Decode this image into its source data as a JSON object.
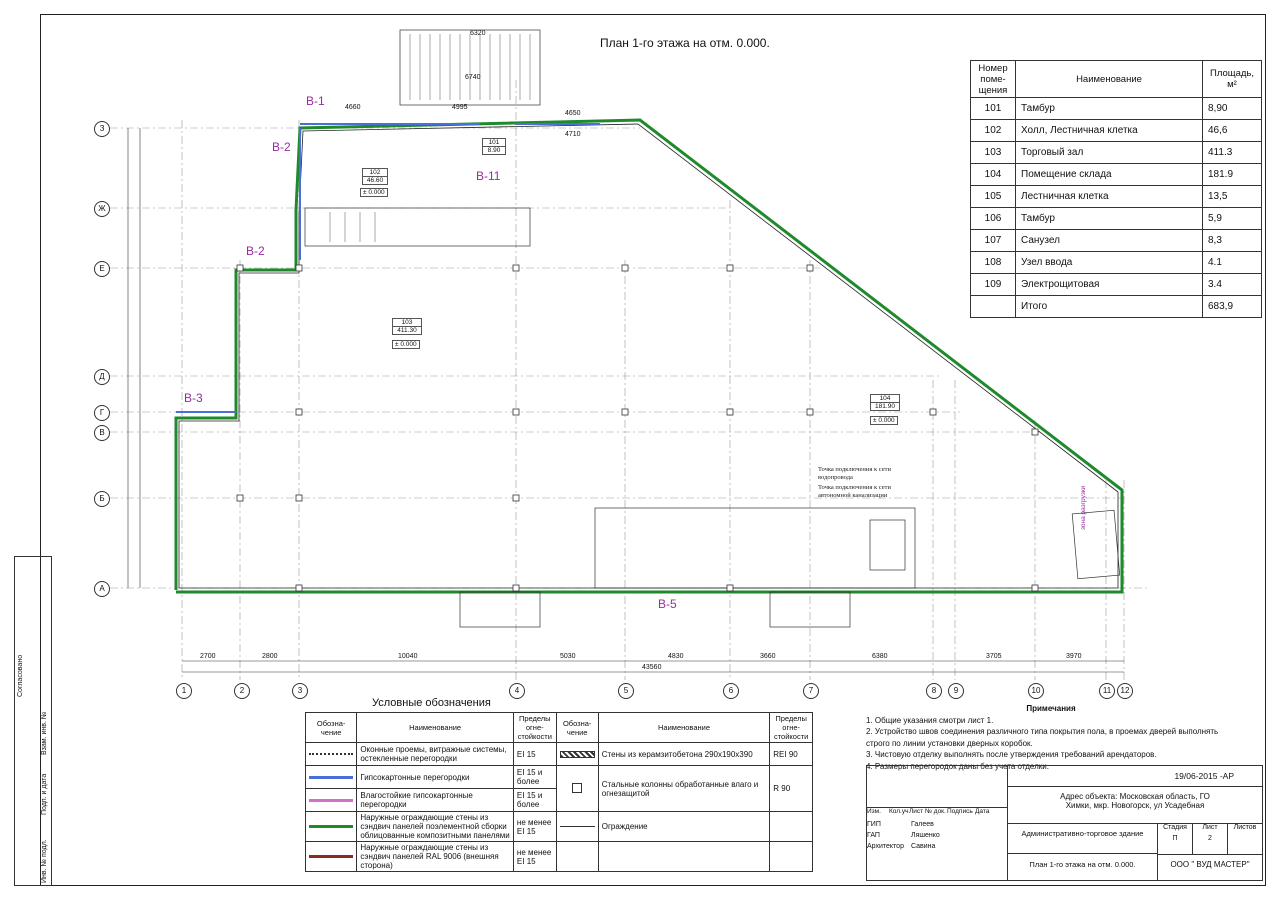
{
  "plan_title": "План 1-го этажа на отм. 0.000.",
  "rooms_table": {
    "headers": [
      "Номер поме-щения",
      "Наименование",
      "Площадь, м²"
    ],
    "rows": [
      {
        "num": "101",
        "name": "Тамбур",
        "area": "8,90"
      },
      {
        "num": "102",
        "name": "Холл, Лестничная клетка",
        "area": "46,6"
      },
      {
        "num": "103",
        "name": "Торговый зал",
        "area": "411.3"
      },
      {
        "num": "104",
        "name": "Помещение склада",
        "area": "181.9"
      },
      {
        "num": "105",
        "name": "Лестничная клетка",
        "area": "13,5"
      },
      {
        "num": "106",
        "name": "Тамбур",
        "area": "5,9"
      },
      {
        "num": "107",
        "name": "Санузел",
        "area": "8,3"
      },
      {
        "num": "108",
        "name": "Узел ввода",
        "area": "4.1"
      },
      {
        "num": "109",
        "name": "Электрощитовая",
        "area": "3.4"
      }
    ],
    "total_label": "Итого",
    "total_value": "683,9"
  },
  "grid_axes": {
    "columns": [
      "1",
      "2",
      "3",
      "4",
      "5",
      "6",
      "7",
      "8",
      "9",
      "10",
      "11",
      "12"
    ],
    "rows": [
      "З",
      "Ж",
      "Е",
      "Д",
      "Г",
      "В",
      "Б",
      "А"
    ]
  },
  "dimensions": {
    "bottom_row1": [
      "2700",
      "2800",
      "10040",
      "5030",
      "4830",
      "3660",
      "6380",
      "3705",
      "3970"
    ],
    "total": "43560",
    "top": [
      "6320",
      "6740",
      "4660",
      "4995",
      "4650",
      "4710"
    ]
  },
  "plan_labels": {
    "room103": {
      "num": "103",
      "area": "411.30",
      "elev": "± 0.000"
    },
    "room104": {
      "num": "104",
      "area": "181.90",
      "elev": "± 0.000"
    },
    "room102": {
      "num": "102",
      "area": "46.60",
      "elev": "± 0.000"
    },
    "room101": {
      "num": "101",
      "area": "8.90"
    },
    "v_marks": [
      "В-1",
      "В-2",
      "В-2",
      "В-3",
      "В-5",
      "В-11"
    ],
    "connection_note1": "Точка подключения к сети водопровода",
    "connection_note2": "Точка подключения к сети автономной канализации",
    "ramp": "зона разгрузки"
  },
  "legend": {
    "title": "Условные обозначения",
    "headers": [
      "Обозна-чение",
      "Наименование",
      "Пределы огне-стойкости"
    ],
    "left_rows": [
      {
        "name": "Оконные проемы, витражные системы, остекленные перегородки",
        "fire": "EI 15",
        "color": "#333333"
      },
      {
        "name": "Гипсокартонные перегородки",
        "fire": "EI 15 и более",
        "color": "#4a6fd8"
      },
      {
        "name": "Влагостойкие гипсокартонные перегородки",
        "fire": "EI 15 и более",
        "color": "#d070c8"
      },
      {
        "name": "Наружные ограждающие стены из сэндвич панелей поэлементной сборки облицованные композитными панелями",
        "fire": "не менее EI 15",
        "color": "#1f8a2c"
      },
      {
        "name": "Наружные ограждающие стены из сэндвич панелей RAL 9006 (внешняя сторона)",
        "fire": "не менее EI 15",
        "color": "#8a2c1f"
      }
    ],
    "right_rows": [
      {
        "name": "Стены из керамзитобетона 290х190х390",
        "fire": "REI 90"
      },
      {
        "name": "Стальные колонны обработанные влаго и огнезащитой",
        "fire": "R 90"
      },
      {
        "name": "Ограждение",
        "fire": ""
      }
    ]
  },
  "notes": {
    "title": "Примечания",
    "items": [
      "1. Общие указания смотри лист 1.",
      "2. Устройство швов соединения различного типа покрытия пола, в проемах дверей выполнять строго по линии установки дверных коробок.",
      "3. Чистовую отделку выполнять после утверждения требований арендаторов.",
      "4. Размеры перегородок даны без учета отделки."
    ]
  },
  "stamp": {
    "code": "19/06-2015 -АР",
    "address": "Адрес объекта: Московская область, ГО Химки, мкр. Новогорск, ул Усадебная",
    "building": "Административно-торговое здание",
    "sheet_title": "План 1-го этажа на отм. 0.000.",
    "company": "ООО \" ВУД МАСТЕР\"",
    "cols": [
      "Изм.",
      "Кол.уч",
      "Лист",
      "№ док.",
      "Подпись",
      "Дата"
    ],
    "roles": [
      {
        "role": "ГИП",
        "name": "Галеев"
      },
      {
        "role": "ГАП",
        "name": "Ляшенко"
      },
      {
        "role": "Архитектор",
        "name": "Савина"
      }
    ],
    "stage_label": "Стадия",
    "stage": "П",
    "sheet_label": "Лист",
    "sheet": "2",
    "sheets_label": "Листов"
  },
  "side_stamp": [
    "Согласовано",
    "Взам. инв. №",
    "Подп. и дата",
    "Инв. № подл."
  ],
  "colors": {
    "outer_wall": "#1f8a2c",
    "partition": "#4a6fd8",
    "vmark": "#9a2ba0"
  }
}
